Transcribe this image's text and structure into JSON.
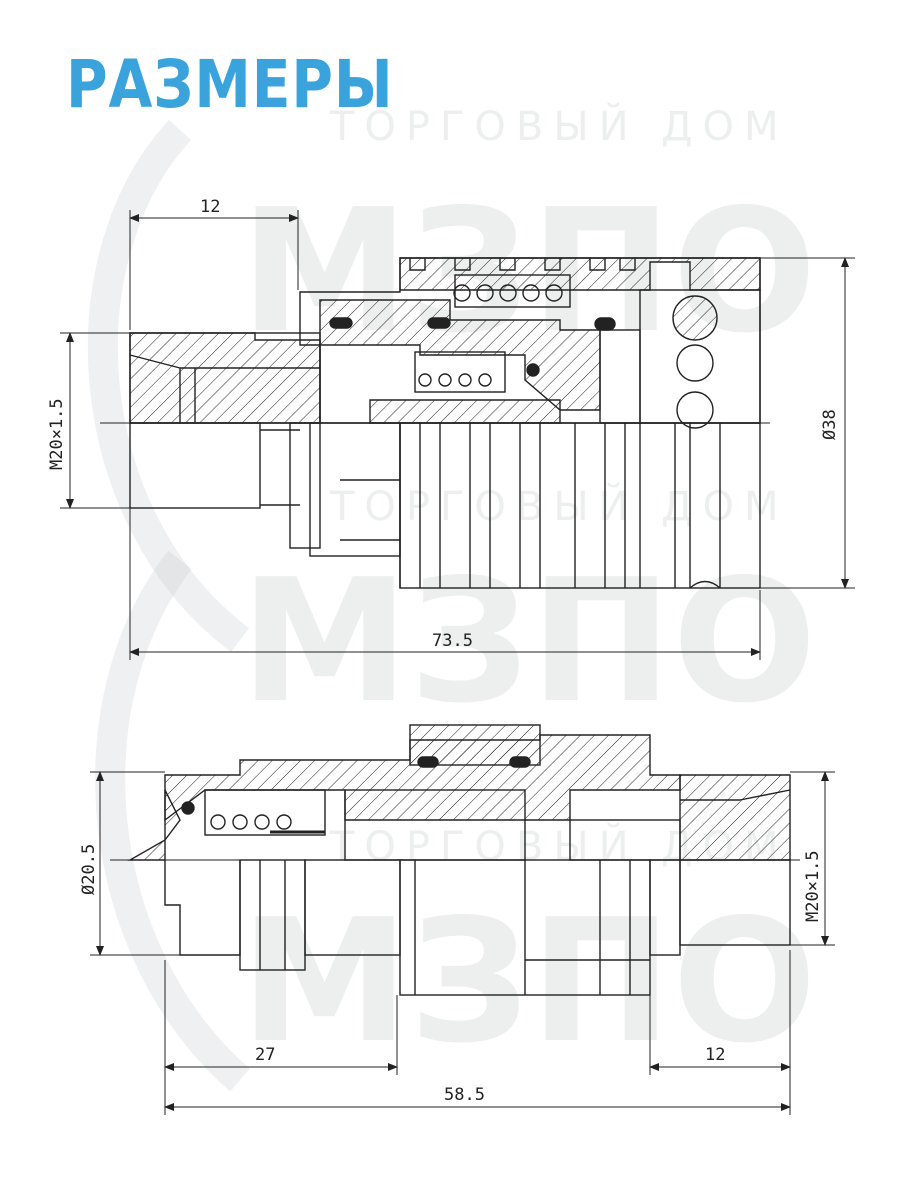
{
  "title": "РАЗМЕРЫ",
  "watermark": {
    "small": "ТОРГОВЫЙ ДОМ",
    "big": "МЗПО"
  },
  "colors": {
    "title": "#3aa3dc",
    "line": "#222222",
    "watermark": "#bfc3c6"
  },
  "top_view": {
    "dim_length_top": "12",
    "dim_thread": "M20×1.5",
    "dim_diameter": "Ø38",
    "dim_total": "73.5"
  },
  "bottom_view": {
    "dim_diameter": "Ø20.5",
    "dim_thread": "M20×1.5",
    "dim_27": "27",
    "dim_12": "12",
    "dim_total": "58.5"
  }
}
